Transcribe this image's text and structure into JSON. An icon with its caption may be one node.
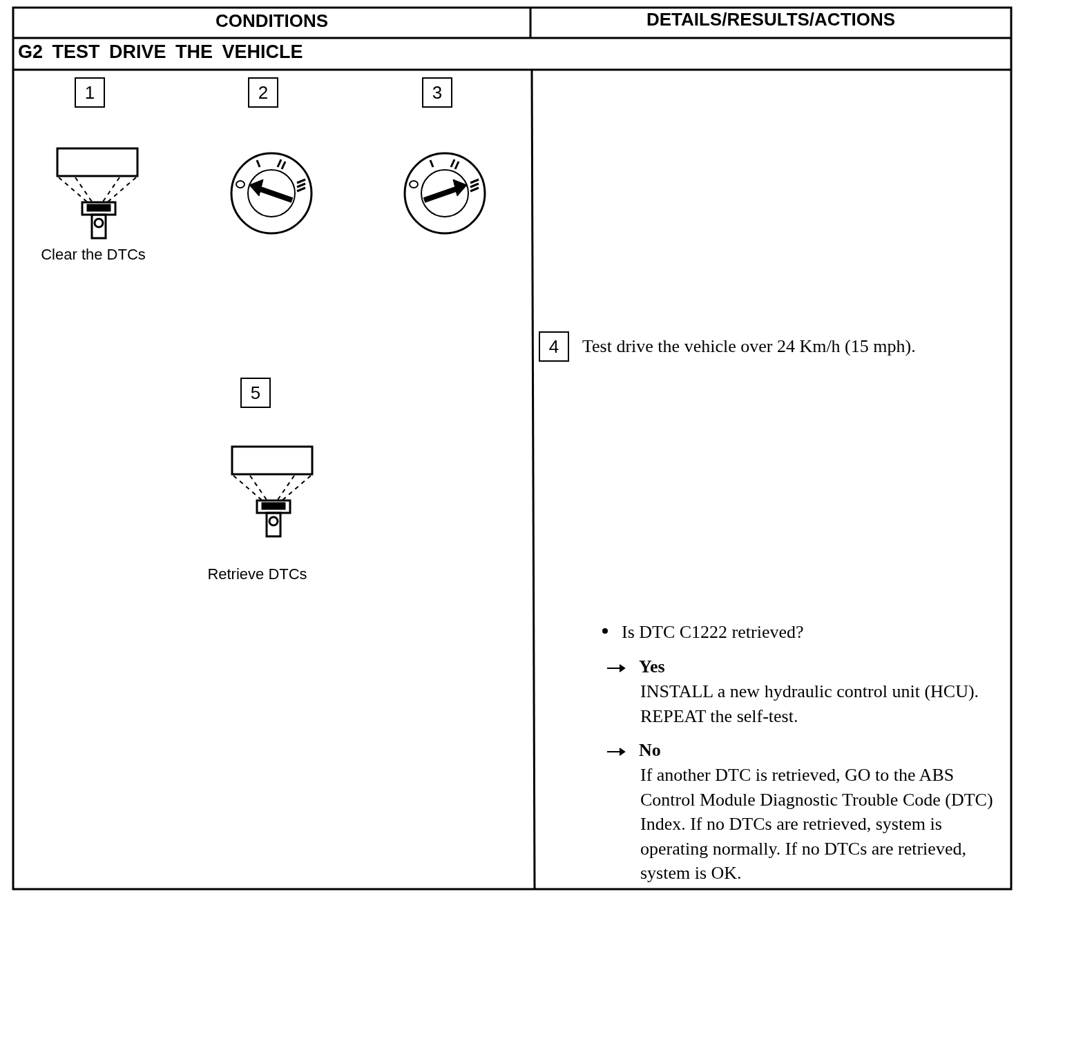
{
  "diagram": {
    "title": "G2 TEST DRIVE THE VEHICLE",
    "labels": [
      "CONDITIONS",
      "DETAILS/RESULTS/ACTIONS",
      "1",
      "2",
      "3",
      "Clear the DTCs",
      "4",
      "Test drive the vehicle over 24 Km/h (15 mph).",
      "5",
      "Retrieve DTCs",
      "Is DTC C1222 retrieved?",
      "Yes",
      "INSTALL a new hydraulic control unit (HCU). REPEAT the self-test.",
      "No",
      "If another DTC is retrieved, GO to the ABS Control Module Diagnostic Trouble Code (DTC) Index. If no DTCs are retrieved, system is operating normally. If no DTCs are retrieved, system is OK."
    ]
  }
}
